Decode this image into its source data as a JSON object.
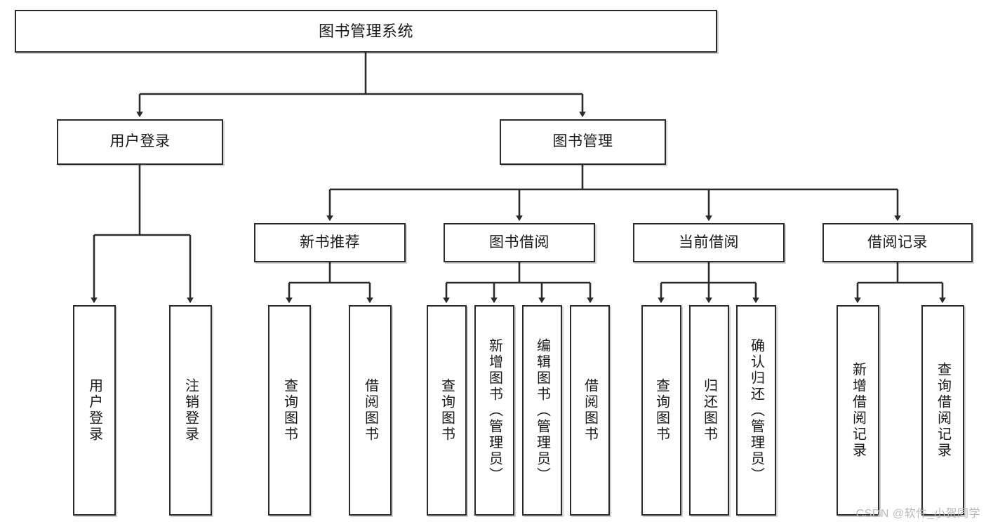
{
  "diagram": {
    "title": "图书管理系统",
    "type": "hierarchy-tree",
    "root": {
      "id": "root",
      "label": "图书管理系统"
    },
    "level1": [
      {
        "id": "user-login",
        "label": "用户登录"
      },
      {
        "id": "book-manage",
        "label": "图书管理"
      }
    ],
    "level2": [
      {
        "id": "new-book-recommend",
        "label": "新书推荐",
        "parent": "book-manage"
      },
      {
        "id": "book-borrow",
        "label": "图书借阅",
        "parent": "book-manage"
      },
      {
        "id": "current-borrow",
        "label": "当前借阅",
        "parent": "book-manage"
      },
      {
        "id": "borrow-record",
        "label": "借阅记录",
        "parent": "book-manage"
      }
    ],
    "leaves": [
      {
        "id": "leaf-user-login",
        "label": "用户登录",
        "parent": "user-login"
      },
      {
        "id": "leaf-user-logout",
        "label": "注销登录",
        "parent": "user-login"
      },
      {
        "id": "leaf-query-book-1",
        "label": "查询图书",
        "parent": "new-book-recommend"
      },
      {
        "id": "leaf-borrow-book-1",
        "label": "借阅图书",
        "parent": "new-book-recommend"
      },
      {
        "id": "leaf-query-book-2",
        "label": "查询图书",
        "parent": "book-borrow"
      },
      {
        "id": "leaf-add-book",
        "label": "新增图书（管理员）",
        "parent": "book-borrow"
      },
      {
        "id": "leaf-edit-book",
        "label": "编辑图书（管理员）",
        "parent": "book-borrow"
      },
      {
        "id": "leaf-borrow-book-2",
        "label": "借阅图书",
        "parent": "book-borrow"
      },
      {
        "id": "leaf-query-book-3",
        "label": "查询图书",
        "parent": "current-borrow"
      },
      {
        "id": "leaf-return-book",
        "label": "归还图书",
        "parent": "current-borrow"
      },
      {
        "id": "leaf-confirm-return",
        "label": "确认归还（管理员）",
        "parent": "current-borrow"
      },
      {
        "id": "leaf-add-record",
        "label": "新增借阅记录",
        "parent": "borrow-record"
      },
      {
        "id": "leaf-query-record",
        "label": "查询借阅记录",
        "parent": "borrow-record"
      }
    ]
  },
  "watermark": {
    "text": "CSDN @软件_小贺同学"
  },
  "colors": {
    "stroke": "#2b2b2b",
    "box_fill": "#ffffff",
    "text": "#1a1a1a",
    "watermark": "#b9b9b9",
    "background": "#ffffff"
  }
}
